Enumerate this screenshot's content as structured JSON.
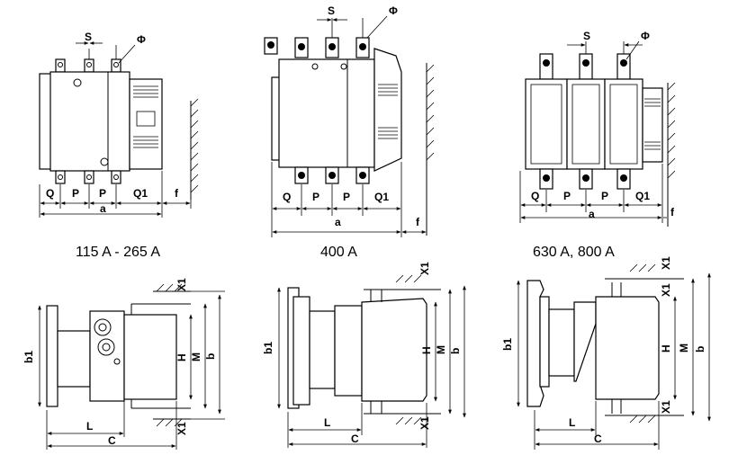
{
  "captions": {
    "small": "115 A - 265 A",
    "mid": "400 A",
    "large": "630 A, 800 A"
  },
  "front_labels": {
    "S": "S",
    "phi": "Φ",
    "Q": "Q",
    "P": "P",
    "Q1": "Q1",
    "a": "a",
    "f": "f"
  },
  "side_labels": {
    "b1": "b1",
    "H": "H",
    "M": "M",
    "b": "b",
    "L": "L",
    "C": "C",
    "X1": "X1"
  }
}
